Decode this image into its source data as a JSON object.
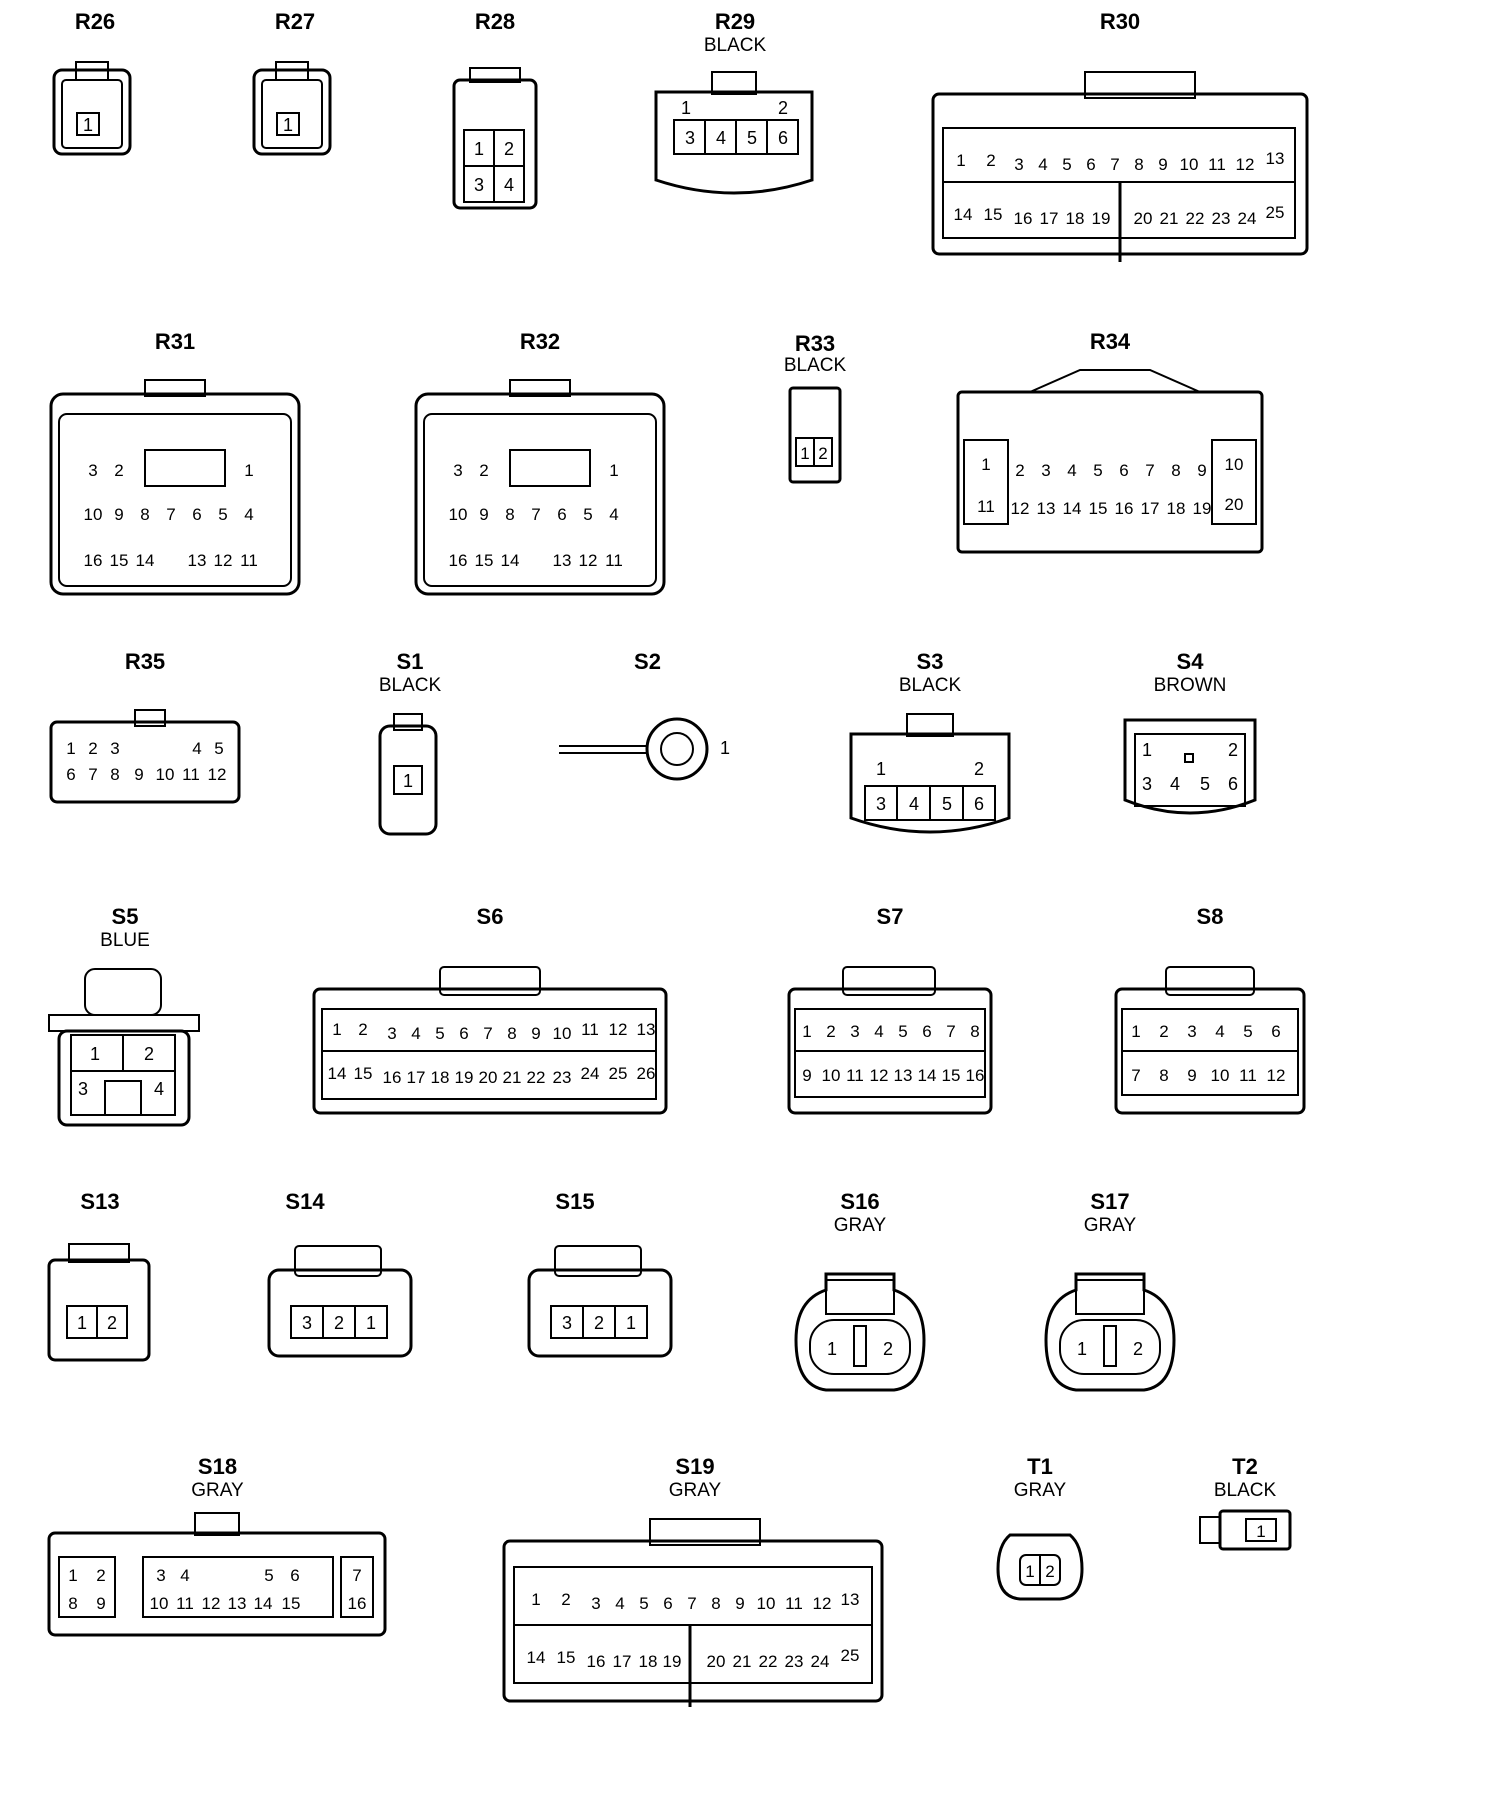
{
  "connectors": {
    "R26": {
      "label": "R26",
      "color": "",
      "pins": [
        "1"
      ]
    },
    "R27": {
      "label": "R27",
      "color": "",
      "pins": [
        "1"
      ]
    },
    "R28": {
      "label": "R28",
      "color": "",
      "pins": [
        "1",
        "2",
        "3",
        "4"
      ]
    },
    "R29": {
      "label": "R29",
      "color": "BLACK",
      "pins": [
        "1",
        "2",
        "3",
        "4",
        "5",
        "6"
      ]
    },
    "R30": {
      "label": "R30",
      "color": "",
      "pins": [
        "1",
        "2",
        "3",
        "4",
        "5",
        "6",
        "7",
        "8",
        "9",
        "10",
        "11",
        "12",
        "13",
        "14",
        "15",
        "16",
        "17",
        "18",
        "19",
        "20",
        "21",
        "22",
        "23",
        "24",
        "25"
      ]
    },
    "R31": {
      "label": "R31",
      "color": "",
      "pins": [
        "3",
        "2",
        "1",
        "10",
        "9",
        "8",
        "7",
        "6",
        "5",
        "4",
        "16",
        "15",
        "14",
        "13",
        "12",
        "11"
      ]
    },
    "R32": {
      "label": "R32",
      "color": "",
      "pins": [
        "3",
        "2",
        "1",
        "10",
        "9",
        "8",
        "7",
        "6",
        "5",
        "4",
        "16",
        "15",
        "14",
        "13",
        "12",
        "11"
      ]
    },
    "R33": {
      "label": "R33",
      "color": "BLACK",
      "pins": [
        "1",
        "2"
      ]
    },
    "R34": {
      "label": "R34",
      "color": "",
      "pins": [
        "1",
        "2",
        "3",
        "4",
        "5",
        "6",
        "7",
        "8",
        "9",
        "10",
        "11",
        "12",
        "13",
        "14",
        "15",
        "16",
        "17",
        "18",
        "19",
        "20"
      ]
    },
    "R35": {
      "label": "R35",
      "color": "",
      "pins": [
        "1",
        "2",
        "3",
        "4",
        "5",
        "6",
        "7",
        "8",
        "9",
        "10",
        "11",
        "12"
      ]
    },
    "S1": {
      "label": "S1",
      "color": "BLACK",
      "pins": [
        "1"
      ]
    },
    "S2": {
      "label": "S2",
      "color": "",
      "pins": [
        "1"
      ]
    },
    "S3": {
      "label": "S3",
      "color": "BLACK",
      "pins": [
        "1",
        "2",
        "3",
        "4",
        "5",
        "6"
      ]
    },
    "S4": {
      "label": "S4",
      "color": "BROWN",
      "pins": [
        "1",
        "2",
        "3",
        "4",
        "5",
        "6"
      ]
    },
    "S5": {
      "label": "S5",
      "color": "BLUE",
      "pins": [
        "1",
        "2",
        "3",
        "4"
      ]
    },
    "S6": {
      "label": "S6",
      "color": "",
      "pins": [
        "1",
        "2",
        "3",
        "4",
        "5",
        "6",
        "7",
        "8",
        "9",
        "10",
        "11",
        "12",
        "13",
        "14",
        "15",
        "16",
        "17",
        "18",
        "19",
        "20",
        "21",
        "22",
        "23",
        "24",
        "25",
        "26"
      ]
    },
    "S7": {
      "label": "S7",
      "color": "",
      "pins": [
        "1",
        "2",
        "3",
        "4",
        "5",
        "6",
        "7",
        "8",
        "9",
        "10",
        "11",
        "12",
        "13",
        "14",
        "15",
        "16"
      ]
    },
    "S8": {
      "label": "S8",
      "color": "",
      "pins": [
        "1",
        "2",
        "3",
        "4",
        "5",
        "6",
        "7",
        "8",
        "9",
        "10",
        "11",
        "12"
      ]
    },
    "S13": {
      "label": "S13",
      "color": "",
      "pins": [
        "1",
        "2"
      ]
    },
    "S14": {
      "label": "S14",
      "color": "",
      "pins": [
        "3",
        "2",
        "1"
      ]
    },
    "S15": {
      "label": "S15",
      "color": "",
      "pins": [
        "3",
        "2",
        "1"
      ]
    },
    "S16": {
      "label": "S16",
      "color": "GRAY",
      "pins": [
        "1",
        "2"
      ]
    },
    "S17": {
      "label": "S17",
      "color": "GRAY",
      "pins": [
        "1",
        "2"
      ]
    },
    "S18": {
      "label": "S18",
      "color": "GRAY",
      "pins": [
        "1",
        "2",
        "3",
        "4",
        "5",
        "6",
        "7",
        "8",
        "9",
        "10",
        "11",
        "12",
        "13",
        "14",
        "15",
        "16"
      ]
    },
    "S19": {
      "label": "S19",
      "color": "GRAY",
      "pins": [
        "1",
        "2",
        "3",
        "4",
        "5",
        "6",
        "7",
        "8",
        "9",
        "10",
        "11",
        "12",
        "13",
        "14",
        "15",
        "16",
        "17",
        "18",
        "19",
        "20",
        "21",
        "22",
        "23",
        "24",
        "25"
      ]
    },
    "T1": {
      "label": "T1",
      "color": "GRAY",
      "pins": [
        "1",
        "2"
      ]
    },
    "T2": {
      "label": "T2",
      "color": "BLACK",
      "pins": [
        "1"
      ]
    }
  }
}
